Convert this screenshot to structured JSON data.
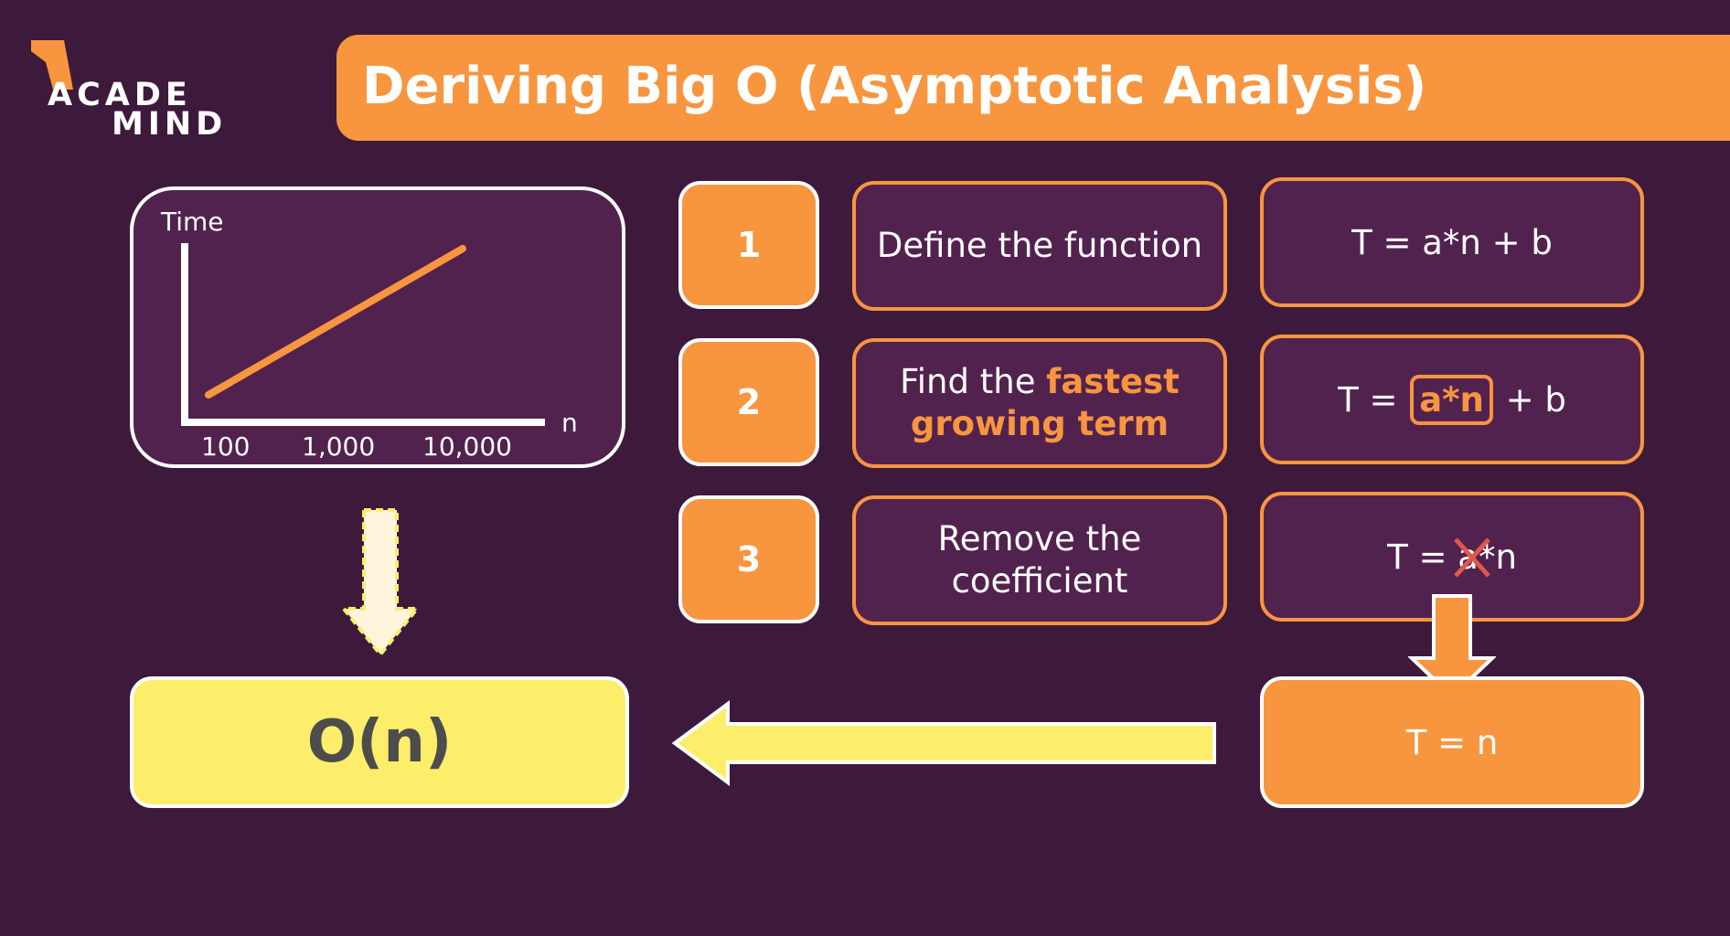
{
  "logo": {
    "line1": "ACADE",
    "line2": "MIND"
  },
  "title": "Deriving Big O (Asymptotic Analysis)",
  "graph": {
    "y_label": "Time",
    "x_label": "n",
    "x_ticks": [
      "100",
      "1,000",
      "10,000"
    ]
  },
  "steps": [
    {
      "number": "1",
      "description": "Define the function",
      "equation": "T = a*n + b"
    },
    {
      "number": "2",
      "description_prefix": "Find the ",
      "description_highlight_1": "fastest",
      "description_highlight_2": "growing term",
      "eq_prefix": "T = ",
      "eq_boxed": "a*n",
      "eq_suffix": " + b"
    },
    {
      "number": "3",
      "description_line1": "Remove the",
      "description_line2": "coefficient",
      "eq_prefix": "T = ",
      "eq_crossed": "a",
      "eq_suffix": "*n"
    }
  ],
  "result": "T = n",
  "big_o": "O(n)",
  "colors": {
    "background": "#3d1a3b",
    "card": "#52224f",
    "accent": "#f8953f",
    "yellow": "#fcee6b"
  }
}
